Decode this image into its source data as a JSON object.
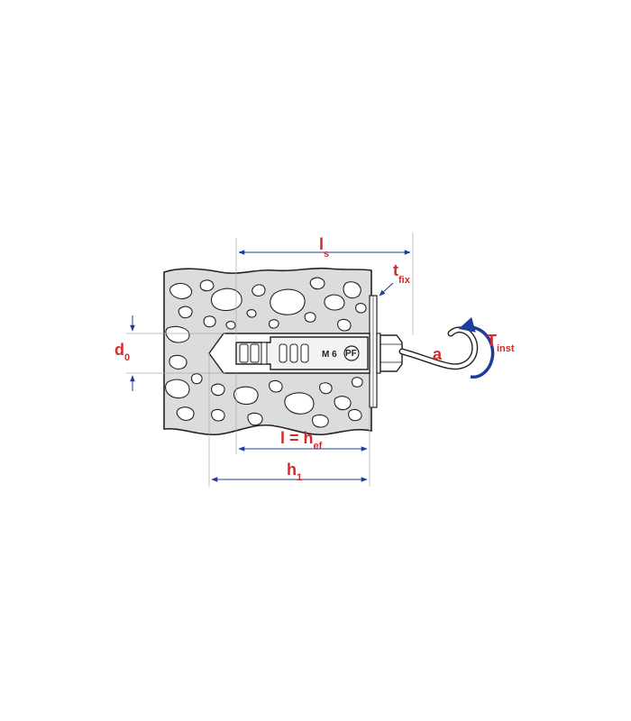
{
  "colors": {
    "label": "#d62a2a",
    "dimension": "#1f3c9c",
    "outline": "#222222",
    "substrate": "#d9d9d9",
    "anchor": "#ffffff"
  },
  "labels": {
    "ls": {
      "main": "l",
      "sub": "s"
    },
    "tfix": {
      "main": "t",
      "sub": "fix"
    },
    "d0": {
      "main": "d",
      "sub": "0"
    },
    "a": {
      "main": "a"
    },
    "tinst": {
      "main": "T",
      "sub": "inst"
    },
    "hef": {
      "main": "l = h",
      "sub": "ef"
    },
    "h1": {
      "main": "h",
      "sub": "1"
    }
  },
  "anchor_marking": {
    "size": "M 6",
    "logo": "PF"
  }
}
